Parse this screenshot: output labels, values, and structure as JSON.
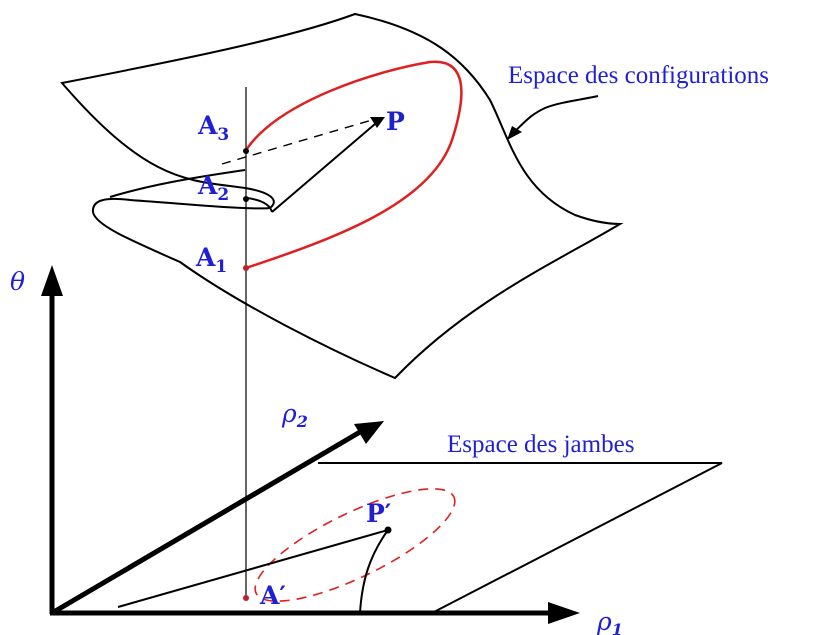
{
  "captions": {
    "config_space": "Espace des configurations",
    "leg_space": "Espace des jambes"
  },
  "points": {
    "A3": {
      "base": "A",
      "sub": "3"
    },
    "A2": {
      "base": "A",
      "sub": "2"
    },
    "A1": {
      "base": "A",
      "sub": "1"
    },
    "P": {
      "base": "P"
    },
    "P_prime": {
      "base": "P′"
    },
    "A_prime": {
      "base": "A′"
    }
  },
  "axes": {
    "theta": {
      "symbol": "θ"
    },
    "rho1": {
      "symbol": "ρ",
      "sub": "1"
    },
    "rho2": {
      "symbol": "ρ",
      "sub": "2"
    }
  },
  "colors": {
    "label": "#1f1fd6",
    "curve": "#e02020",
    "ink": "#000000",
    "point": "#c0202a"
  }
}
